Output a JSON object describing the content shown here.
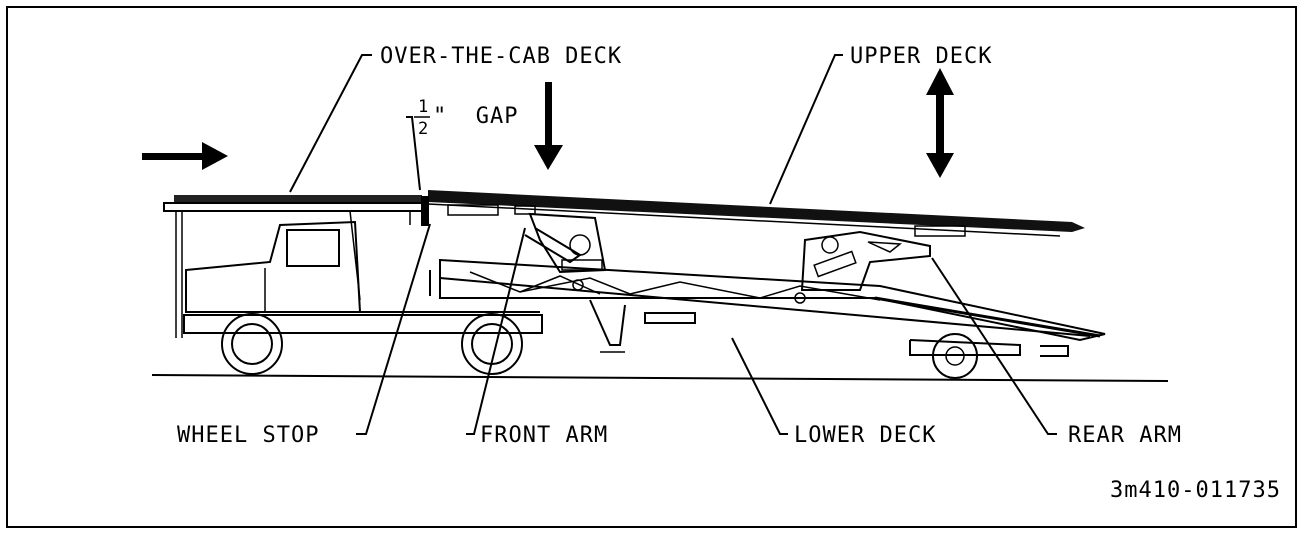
{
  "labels": {
    "over_cab_deck": "OVER-THE-CAB DECK",
    "gap_num": "1",
    "gap_den": "2",
    "gap_text": "\"  GAP",
    "upper_deck": "UPPER DECK",
    "wheel_stop": "WHEEL STOP",
    "front_arm": "FRONT ARM",
    "lower_deck": "LOWER DECK",
    "rear_arm": "REAR ARM",
    "drawing_number": "3m410-011735"
  },
  "colors": {
    "ink": "#000000",
    "paper": "#ffffff"
  },
  "icons": [
    "direction-arrow-icon",
    "down-arrow-icon",
    "up-down-arrow-icon"
  ]
}
